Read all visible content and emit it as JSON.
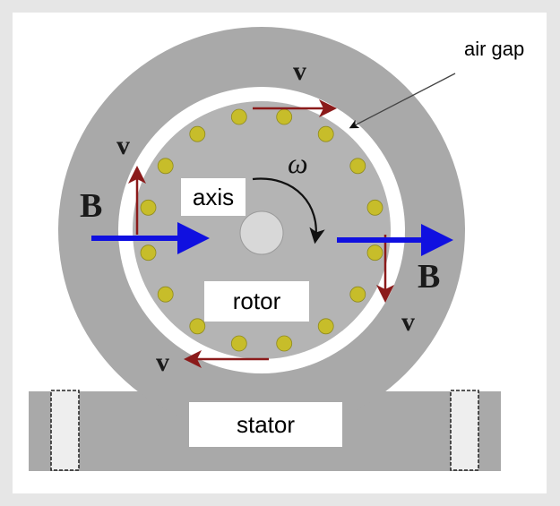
{
  "labels": {
    "air_gap": "air gap",
    "axis": "axis",
    "rotor": "rotor",
    "stator": "stator",
    "omega": "ω",
    "field": "B",
    "velocity": "v"
  },
  "colors": {
    "stator_gray": "#a9a9a9",
    "rotor_gray": "#b4b4b4",
    "air_gap": "#ffffff",
    "conductor": "#c7bd2a",
    "velocity_arrow": "#8b1a1a",
    "field_arrow": "#1010e0"
  },
  "conductor_count": 16
}
